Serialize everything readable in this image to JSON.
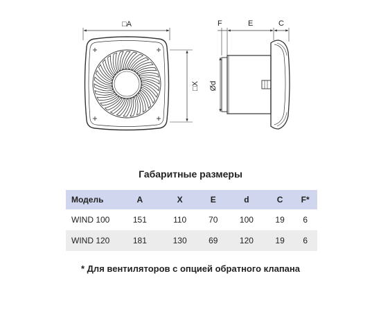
{
  "drawing": {
    "dim_labels": {
      "a": "□A",
      "x": "□X",
      "d": "Ød",
      "f": "F",
      "e": "E",
      "c": "C"
    }
  },
  "title": "Габаритные размеры",
  "table": {
    "headers": [
      "Модель",
      "A",
      "X",
      "E",
      "d",
      "C",
      "F*"
    ],
    "rows": [
      [
        "WIND 100",
        "151",
        "110",
        "70",
        "100",
        "19",
        "6"
      ],
      [
        "WIND 120",
        "181",
        "130",
        "69",
        "120",
        "19",
        "6"
      ]
    ]
  },
  "footnote": "* Для вентиляторов с опцией обратного клапана"
}
